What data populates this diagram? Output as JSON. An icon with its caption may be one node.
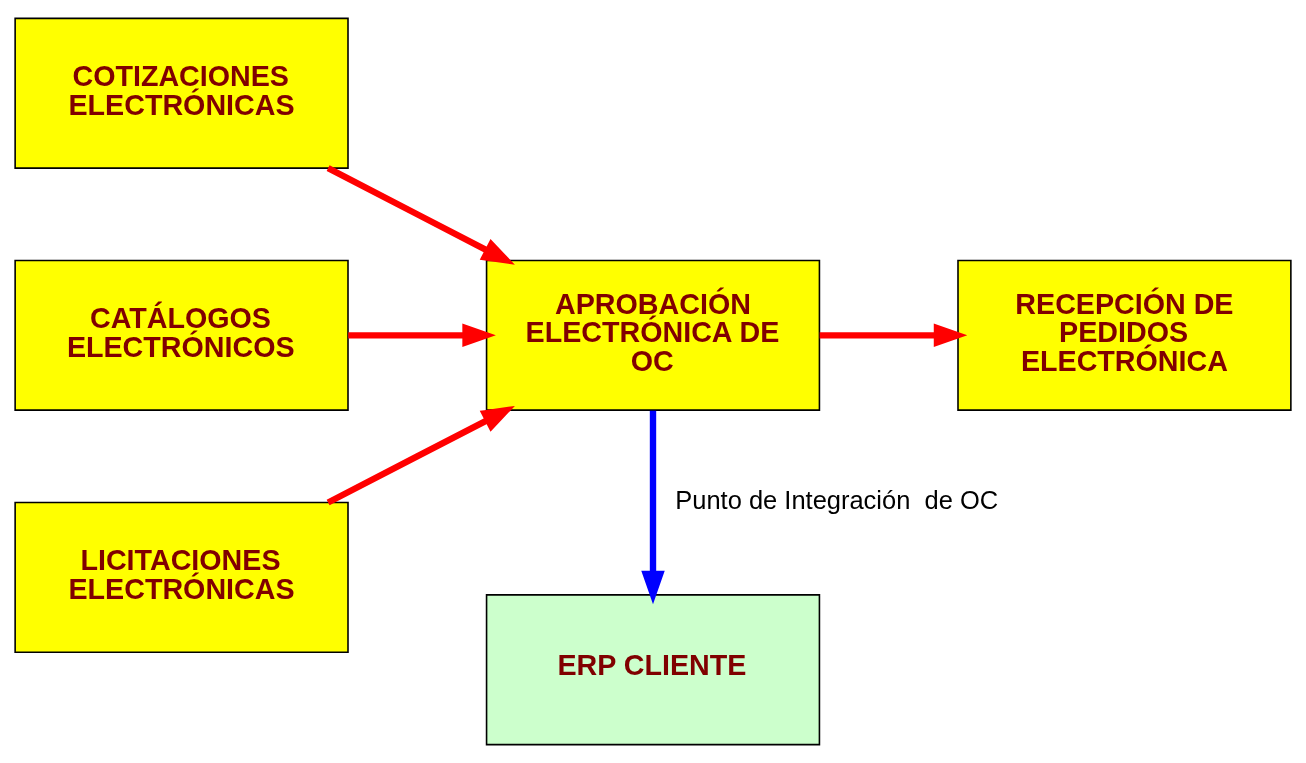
{
  "diagram": {
    "nodes": [
      {
        "text": [
          "COTIZACIONES ELECTRÓNICAS"
        ]
      },
      {
        "text": [
          "CATÁLOGOS ELECTRÓNICOS"
        ]
      },
      {
        "text": [
          "LICITACIONES ELECTRÓNICAS"
        ]
      },
      {
        "text": [
          "APROBACIÓN ELECTRÓNICA DE OC"
        ]
      },
      {
        "text": [
          "RECEPCIÓN DE PEDIDOS ELECTRÓNICA"
        ]
      },
      {
        "text": [
          "ERP CLIENTE"
        ]
      }
    ],
    "edges": [
      {
        "from": 0,
        "to": 3,
        "arrow": "to"
      },
      {
        "from": 1,
        "to": 3,
        "arrow": "to"
      },
      {
        "from": 2,
        "to": 3,
        "arrow": "to"
      },
      {
        "from": 3,
        "to": 4,
        "arrow": "to"
      },
      {
        "from": 3,
        "to": 5,
        "arrow": "to",
        "label": "Punto de Integración  de OC",
        "color": "#0000ff"
      }
    ]
  }
}
